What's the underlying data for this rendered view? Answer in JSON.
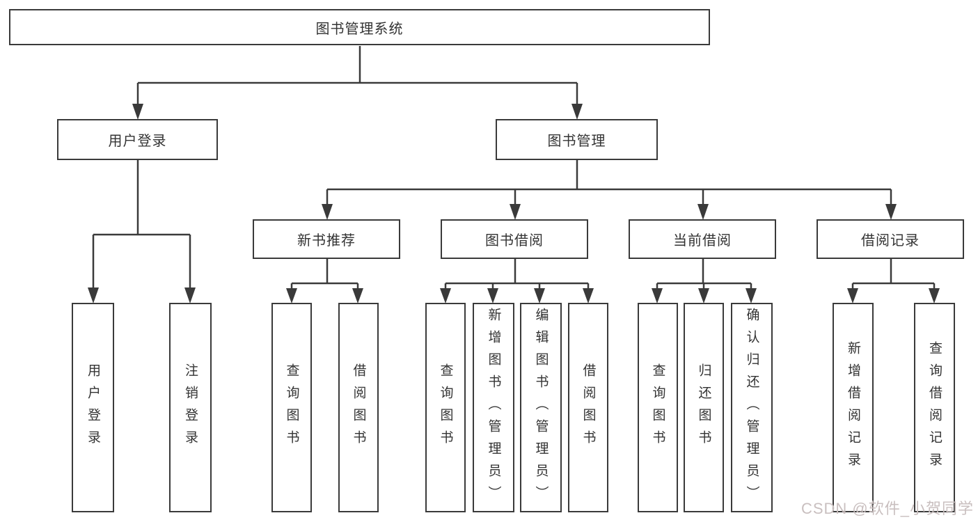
{
  "tree": {
    "label": "图书管理系统",
    "children": [
      {
        "label": "用户登录",
        "children": [
          {
            "label": "用户登录"
          },
          {
            "label": "注销登录"
          }
        ]
      },
      {
        "label": "图书管理",
        "children": [
          {
            "label": "新书推荐",
            "children": [
              {
                "label": "查询图书"
              },
              {
                "label": "借阅图书"
              }
            ]
          },
          {
            "label": "图书借阅",
            "children": [
              {
                "label": "查询图书"
              },
              {
                "label": "新增图书（管理员）"
              },
              {
                "label": "编辑图书（管理员）"
              },
              {
                "label": "借阅图书"
              }
            ]
          },
          {
            "label": "当前借阅",
            "children": [
              {
                "label": "查询图书"
              },
              {
                "label": "归还图书"
              },
              {
                "label": "确认归还（管理员）"
              }
            ]
          },
          {
            "label": "借阅记录",
            "children": [
              {
                "label": "新增借阅记录"
              },
              {
                "label": "查询借阅记录"
              }
            ]
          }
        ]
      }
    ]
  },
  "watermark": {
    "text": "CSDN @软件_小贺同学"
  },
  "colors": {
    "line": "#3a3a3a",
    "box_border": "#3a3a3a",
    "text": "#333333",
    "background": "#ffffff",
    "watermark": "#c9bfbf"
  }
}
